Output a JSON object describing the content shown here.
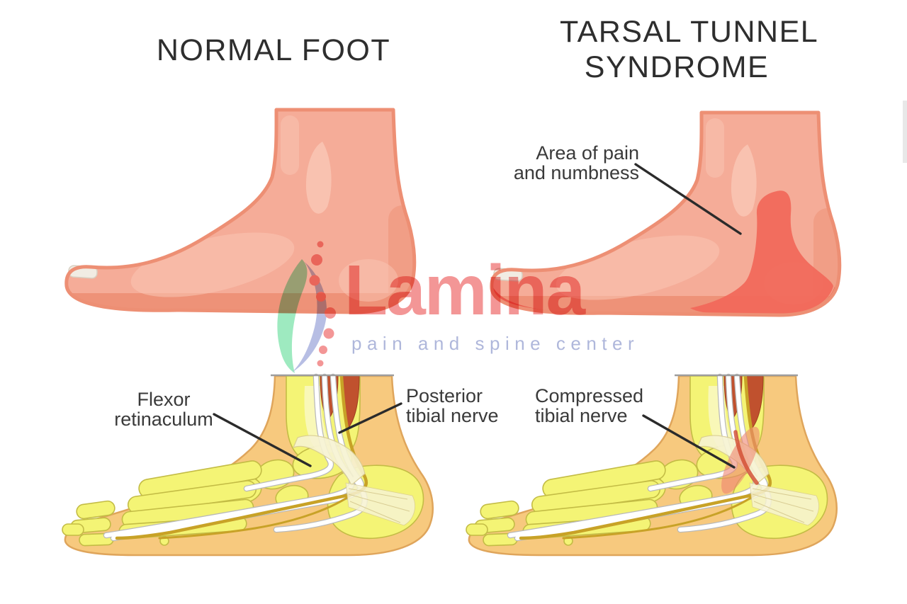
{
  "titles": {
    "left": "NORMAL FOOT",
    "right_line1": "TARSAL TUNNEL",
    "right_line2": "SYNDROME"
  },
  "labels": {
    "area_of_pain": {
      "line1": "Area of pain",
      "line2": "and numbness"
    },
    "flexor": {
      "line1": "Flexor",
      "line2": "retinaculum"
    },
    "posterior": {
      "line1": "Posterior",
      "line2": "tibial nerve"
    },
    "compressed": {
      "line1": "Compressed",
      "line2": "tibial nerve"
    }
  },
  "logo": {
    "name": "Lamina",
    "tagline": "pain and spine center"
  },
  "colors": {
    "title_color": "#2e2e2e",
    "label_color": "#3a3a3a",
    "leader_line": "#2b2b2b",
    "skin": "#f5ac98",
    "skin_shadow": "#ed8f74",
    "skin_highlight": "#f9c6b4",
    "nail": "#f1ece3",
    "nail_outline": "#d8d0c2",
    "pain_red": "#f1695b",
    "pain_dark": "#e85447",
    "tissue_tan": "#f7c97e",
    "tissue_outline": "#dfa55b",
    "bone": "#f4f475",
    "bone_outline": "#c3bc45",
    "bone_highlight": "#fbfad4",
    "muscle": "#c0512e",
    "muscle_outline": "#9e401e",
    "tendon_gray": "#b9b9b9",
    "tendon_white": "#ffffff",
    "nerve": "#c8a227",
    "retinaculum": "#f7f3d2",
    "retinaculum_outline": "#d8cc93",
    "inflamed": "#ef8671",
    "inflamed_core": "#d14a2e",
    "cut_line": "#9e9e9e",
    "logo_pink": "#f28d8d",
    "logo_tagline": "#a8b1d8",
    "leaf_green": "#8be5b4",
    "leaf_lavender": "#a9b2de"
  }
}
